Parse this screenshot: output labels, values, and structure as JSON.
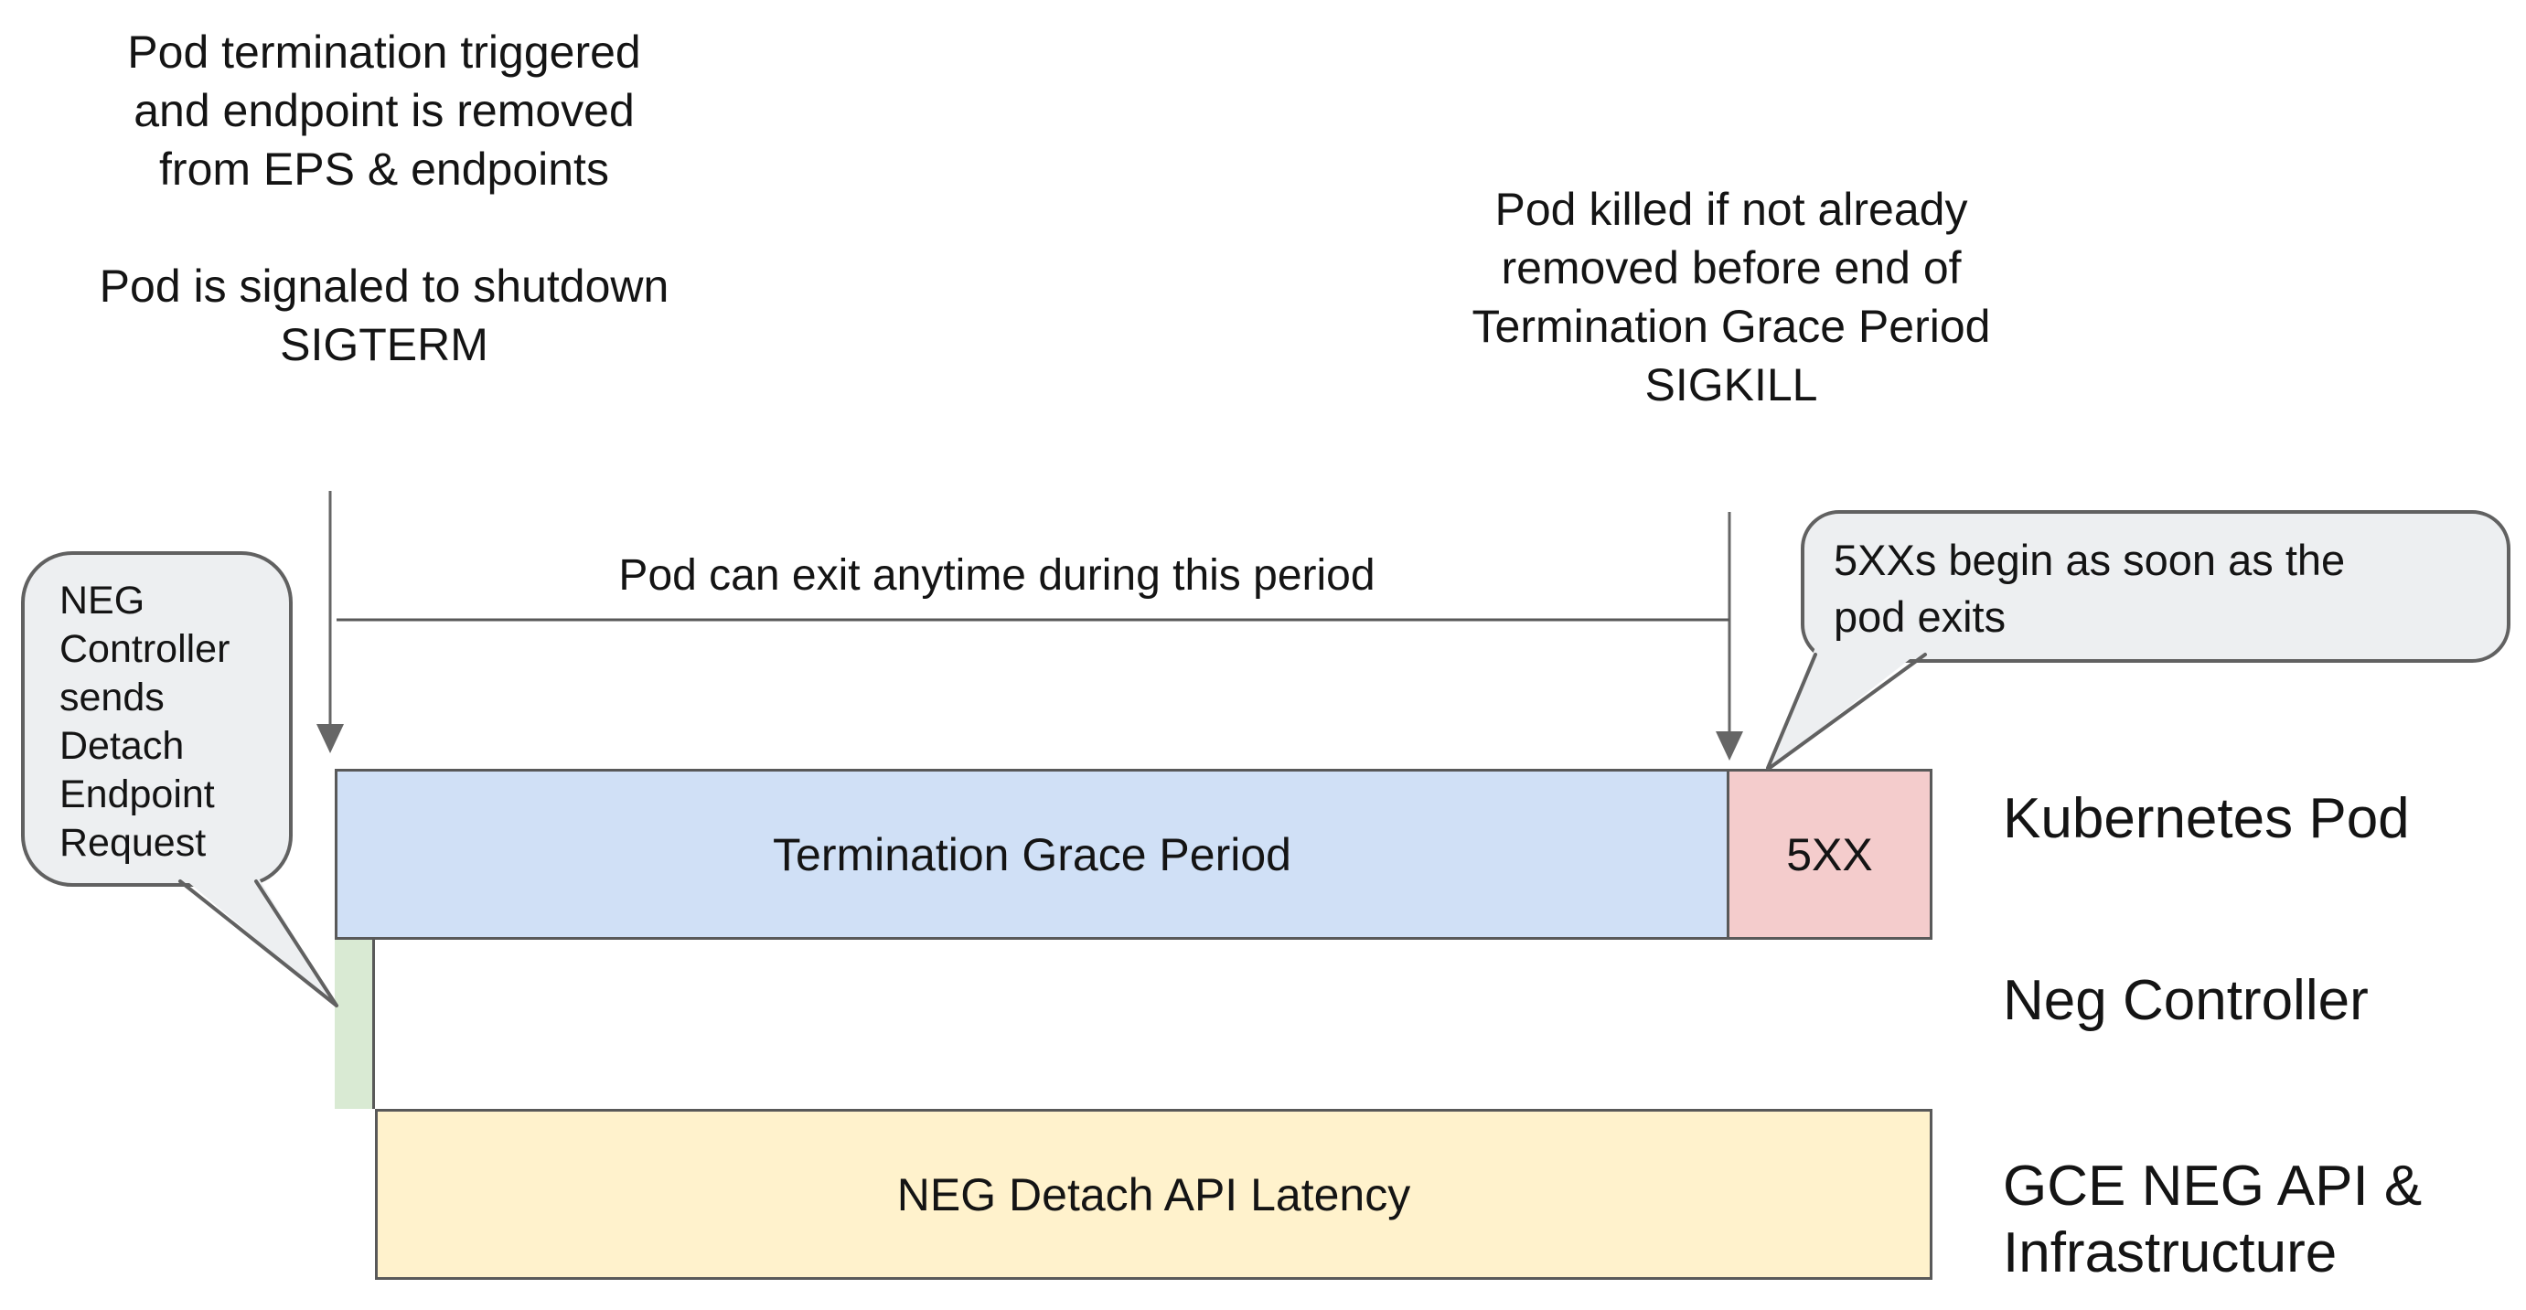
{
  "colors": {
    "background": "#ffffff",
    "bar_border": "#595959",
    "arrow": "#666666",
    "timeline_line": "#595959",
    "blue_fill": "#d0e0f6",
    "red_fill": "#f4cccc",
    "green_fill": "#d9ead3",
    "yellow_fill": "#fff2cc",
    "bubble_fill": "#edeff1",
    "bubble_border": "#616161",
    "text": "#141414"
  },
  "notes": {
    "termination_trigger": {
      "lines": [
        "Pod termination triggered",
        "and endpoint is removed",
        "from EPS & endpoints",
        "",
        "Pod is signaled to shutdown",
        "SIGTERM"
      ]
    },
    "pod_killed": {
      "lines": [
        "Pod killed if not already",
        "removed before end of",
        "Termination Grace Period",
        "SIGKILL"
      ]
    },
    "exit_window_label": "Pod can exit anytime during this period"
  },
  "bubbles": {
    "neg_controller_detach": {
      "lines": [
        "NEG",
        "Controller",
        "sends",
        "Detach",
        "Endpoint",
        "Request"
      ]
    },
    "five_xx_begin": {
      "lines": [
        "5XXs begin as soon as the",
        "pod exits"
      ]
    }
  },
  "bars": {
    "termination_grace_period": {
      "label": "Termination Grace Period"
    },
    "five_xx": {
      "label": "5XX"
    },
    "neg_detach_api_latency": {
      "label": "NEG Detach API Latency"
    }
  },
  "lanes": {
    "kubernetes_pod": "Kubernetes Pod",
    "neg_controller": "Neg Controller",
    "gce_neg_api": {
      "lines": [
        "GCE NEG API &",
        "Infrastructure"
      ]
    }
  }
}
